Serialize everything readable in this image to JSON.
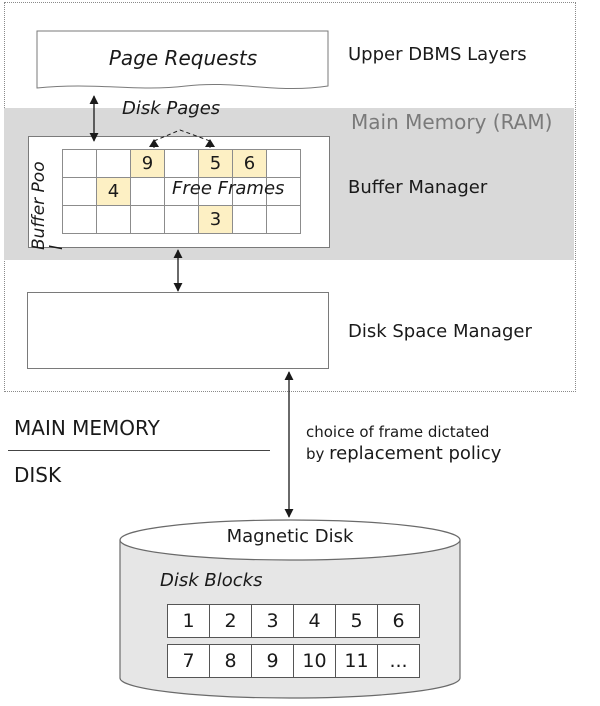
{
  "upper": {
    "page_requests": "Page Requests",
    "layer_label": "Upper DBMS Layers"
  },
  "disk_pages": "Disk Pages",
  "ram_label": "Main Memory (RAM)",
  "buffer": {
    "pool_label": "Buffer Poo\nl",
    "free_frames": "Free Frames",
    "manager_label": "Buffer Manager",
    "rows": [
      [
        "",
        "",
        "9",
        "",
        "5",
        "6",
        ""
      ],
      [
        "",
        "4",
        "",
        "",
        "",
        "",
        ""
      ],
      [
        "",
        "",
        "",
        "",
        "3",
        "",
        ""
      ]
    ],
    "highlighted": [
      [
        0,
        2
      ],
      [
        0,
        4
      ],
      [
        0,
        5
      ],
      [
        1,
        1
      ],
      [
        2,
        4
      ]
    ]
  },
  "dsm_label": "Disk Space Manager",
  "divider": {
    "top": "MAIN MEMORY",
    "bottom": "DISK"
  },
  "policy": {
    "line1": "choice of frame dictated",
    "line2_prefix": "by ",
    "line2_rest": "replacement policy"
  },
  "disk": {
    "title": "Magnetic Disk",
    "blocks_label": "Disk Blocks",
    "blocks_row1": [
      "1",
      "2",
      "3",
      "4",
      "5",
      "6"
    ],
    "blocks_row2": [
      "7",
      "8",
      "9",
      "10",
      "11",
      "..."
    ]
  }
}
